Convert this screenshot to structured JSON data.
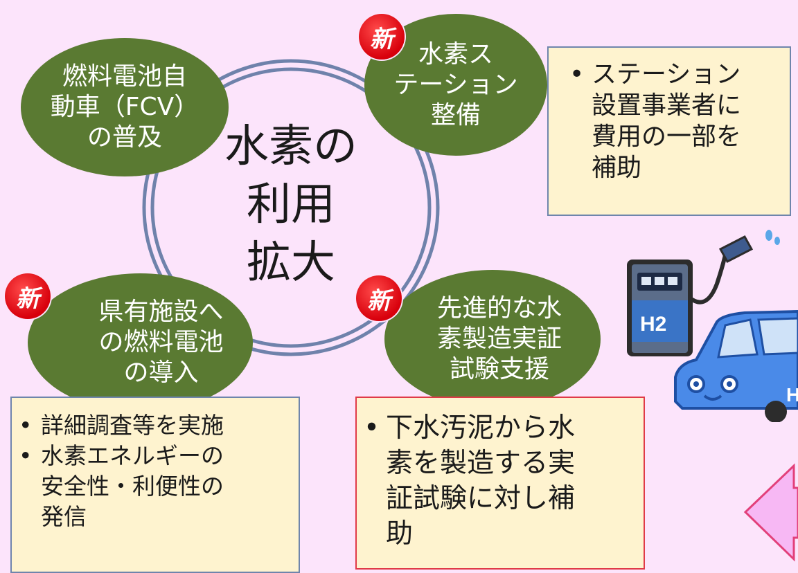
{
  "center": {
    "lines": [
      "水素の",
      "利用",
      "拡大"
    ]
  },
  "badge_label": "新",
  "nodes": {
    "fcv": {
      "text": "燃料電池自\n動車（FCV）\nの普及"
    },
    "station": {
      "text": "水素ス\nテーション\n整備"
    },
    "facility": {
      "text": "県有施設へ\nの燃料電池\nの導入"
    },
    "production": {
      "text": "先進的な水\n素製造実証\n試験支援"
    }
  },
  "notes": {
    "station": {
      "items": [
        "ステーション\n設置事業者に\n費用の一部を\n補助"
      ]
    },
    "facility": {
      "items": [
        "詳細調査等を実施",
        "水素エネルギーの\n安全性・利便性の\n発信"
      ]
    },
    "production": {
      "items": [
        "下水汚泥から水\n素を製造する実\n証試験に対し補\n助"
      ]
    }
  },
  "illustration": {
    "pump_label": "H2",
    "car_label": "H"
  },
  "colors": {
    "background": "#fce4fb",
    "oval": "#5a7a32",
    "badge": "#e00010",
    "note_fill": "#fef3cf",
    "note_border_blue": "#6f85ac",
    "note_border_red": "#e03a48",
    "arrow_fill": "#f7b8f4",
    "arrow_stroke": "#e2407a"
  }
}
